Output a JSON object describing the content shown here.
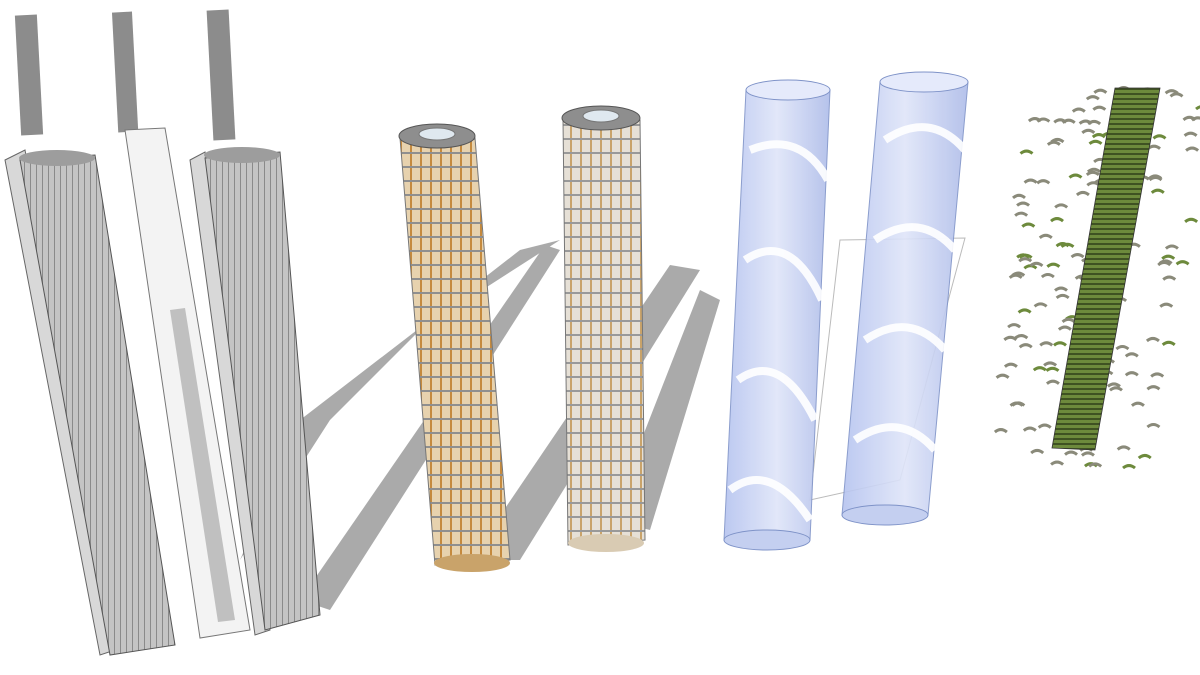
{
  "scene": {
    "background": "#ffffff",
    "colors": {
      "shadow": "#9a9a9a",
      "steel_tower": "#b9b9b9",
      "steel_dark": "#7d7d7d",
      "white_tower": "#f2f2f2",
      "timber_tower": "#d6a766",
      "timber_frame": "#8f8f8f",
      "glass_tower": "#c9d4f3",
      "glass_edge": "#7f93c8",
      "green_tower": "#5f7a35",
      "fragments": "#8a8a7a"
    },
    "towers": [
      {
        "name": "steel-frame-tower-1"
      },
      {
        "name": "white-core-tower"
      },
      {
        "name": "steel-frame-tower-2"
      },
      {
        "name": "timber-lattice-tower-1"
      },
      {
        "name": "timber-lattice-tower-2"
      },
      {
        "name": "glass-spiral-tower-1"
      },
      {
        "name": "glass-spiral-tower-2"
      },
      {
        "name": "green-spiral-tower"
      }
    ]
  }
}
